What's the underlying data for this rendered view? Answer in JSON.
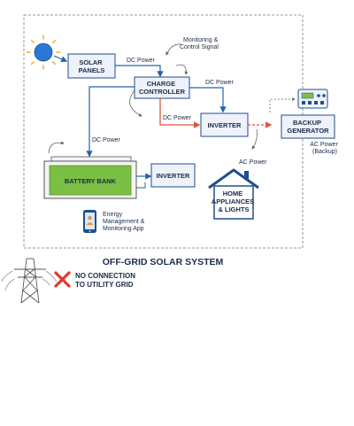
{
  "nodes": {
    "solar_panels": [
      "SOLAR",
      "PANELS"
    ],
    "charge_controller": [
      "CHARGE",
      "CONTROLLER"
    ],
    "inverter_main": [
      "INVERTER"
    ],
    "backup_generator": [
      "BACKUP",
      "GENERATOR"
    ],
    "battery_bank": [
      "BATTERY BANK"
    ],
    "inverter_secondary": [
      "INVERTER"
    ],
    "home": [
      "HOME",
      "APPLIANCES",
      "& LIGHTS"
    ]
  },
  "labels": {
    "dc_power_1": "DC Power",
    "monitoring": [
      "Monitoring &",
      "Control Signal"
    ],
    "dc_power_2": "DC Power",
    "dc_power_3": "DC Power",
    "dc_power_4": "DC Power",
    "ac_power": "AC Power",
    "ac_power_backup": [
      "AC Power",
      "(Backup)"
    ],
    "app": [
      "Energy",
      "Management &",
      "Monitoring App"
    ]
  },
  "title": "OFF-GRID SOLAR SYSTEM",
  "no_grid": [
    "NO CONNECTION",
    "TO UTILITY GRID"
  ],
  "colors": {
    "box_fill": "#eef3fb",
    "box_stroke": "#1f4e8c",
    "arrow_blue": "#2563a8",
    "arrow_red": "#e2543a",
    "battery_fill": "#7cbf45",
    "navy": "#1c2b4a",
    "sun": "#f5b016",
    "cross": "#e03a2e"
  },
  "icons": {
    "sun": "sun-icon",
    "generator": "generator-control-panel-icon",
    "phone": "smartphone-icon",
    "house": "house-icon",
    "tower": "transmission-tower-icon",
    "cross": "red-x-icon"
  }
}
